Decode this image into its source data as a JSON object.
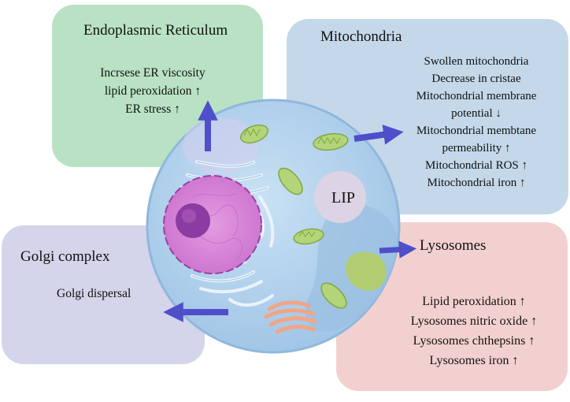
{
  "er": {
    "title": "Endoplasmic Reticulum",
    "lines": [
      "Incrsese ER viscosity",
      "lipid peroxidation ↑",
      "ER stress ↑"
    ]
  },
  "mitochondria": {
    "title": "Mitochondria",
    "lines": [
      "Swollen mitochondria",
      "Decrease in cristae",
      "Mitochondrial membrane",
      "potential ↓",
      "Mitochondrial membtane",
      "permeability ↑",
      "Mitochondrial ROS ↑",
      "Mitochondrial iron ↑"
    ]
  },
  "golgi": {
    "title": "Golgi complex",
    "lines": [
      "Golgi dispersal"
    ]
  },
  "lysosomes": {
    "title": "Lysosomes",
    "lines": [
      "Lipid peroxidation ↑",
      "Lysosomes nitric oxide ↑",
      "Lysosomes chthepsins ↑",
      "Lysosomes iron ↑"
    ]
  },
  "cell": {
    "lip_label": "LIP"
  },
  "colors": {
    "er_panel": "#b9e2c4",
    "mito_panel": "#c4d8ea",
    "golgi_panel": "#d4d4ea",
    "lyso_panel": "#f3d0d0",
    "arrow": "#4f4fc9",
    "cytoplasm": "#b3d3ee",
    "nucleus": "#d88cd6",
    "mitochondria": "#b3d478",
    "lysosome": "#b2cc72",
    "golgi": "#f1a585"
  }
}
